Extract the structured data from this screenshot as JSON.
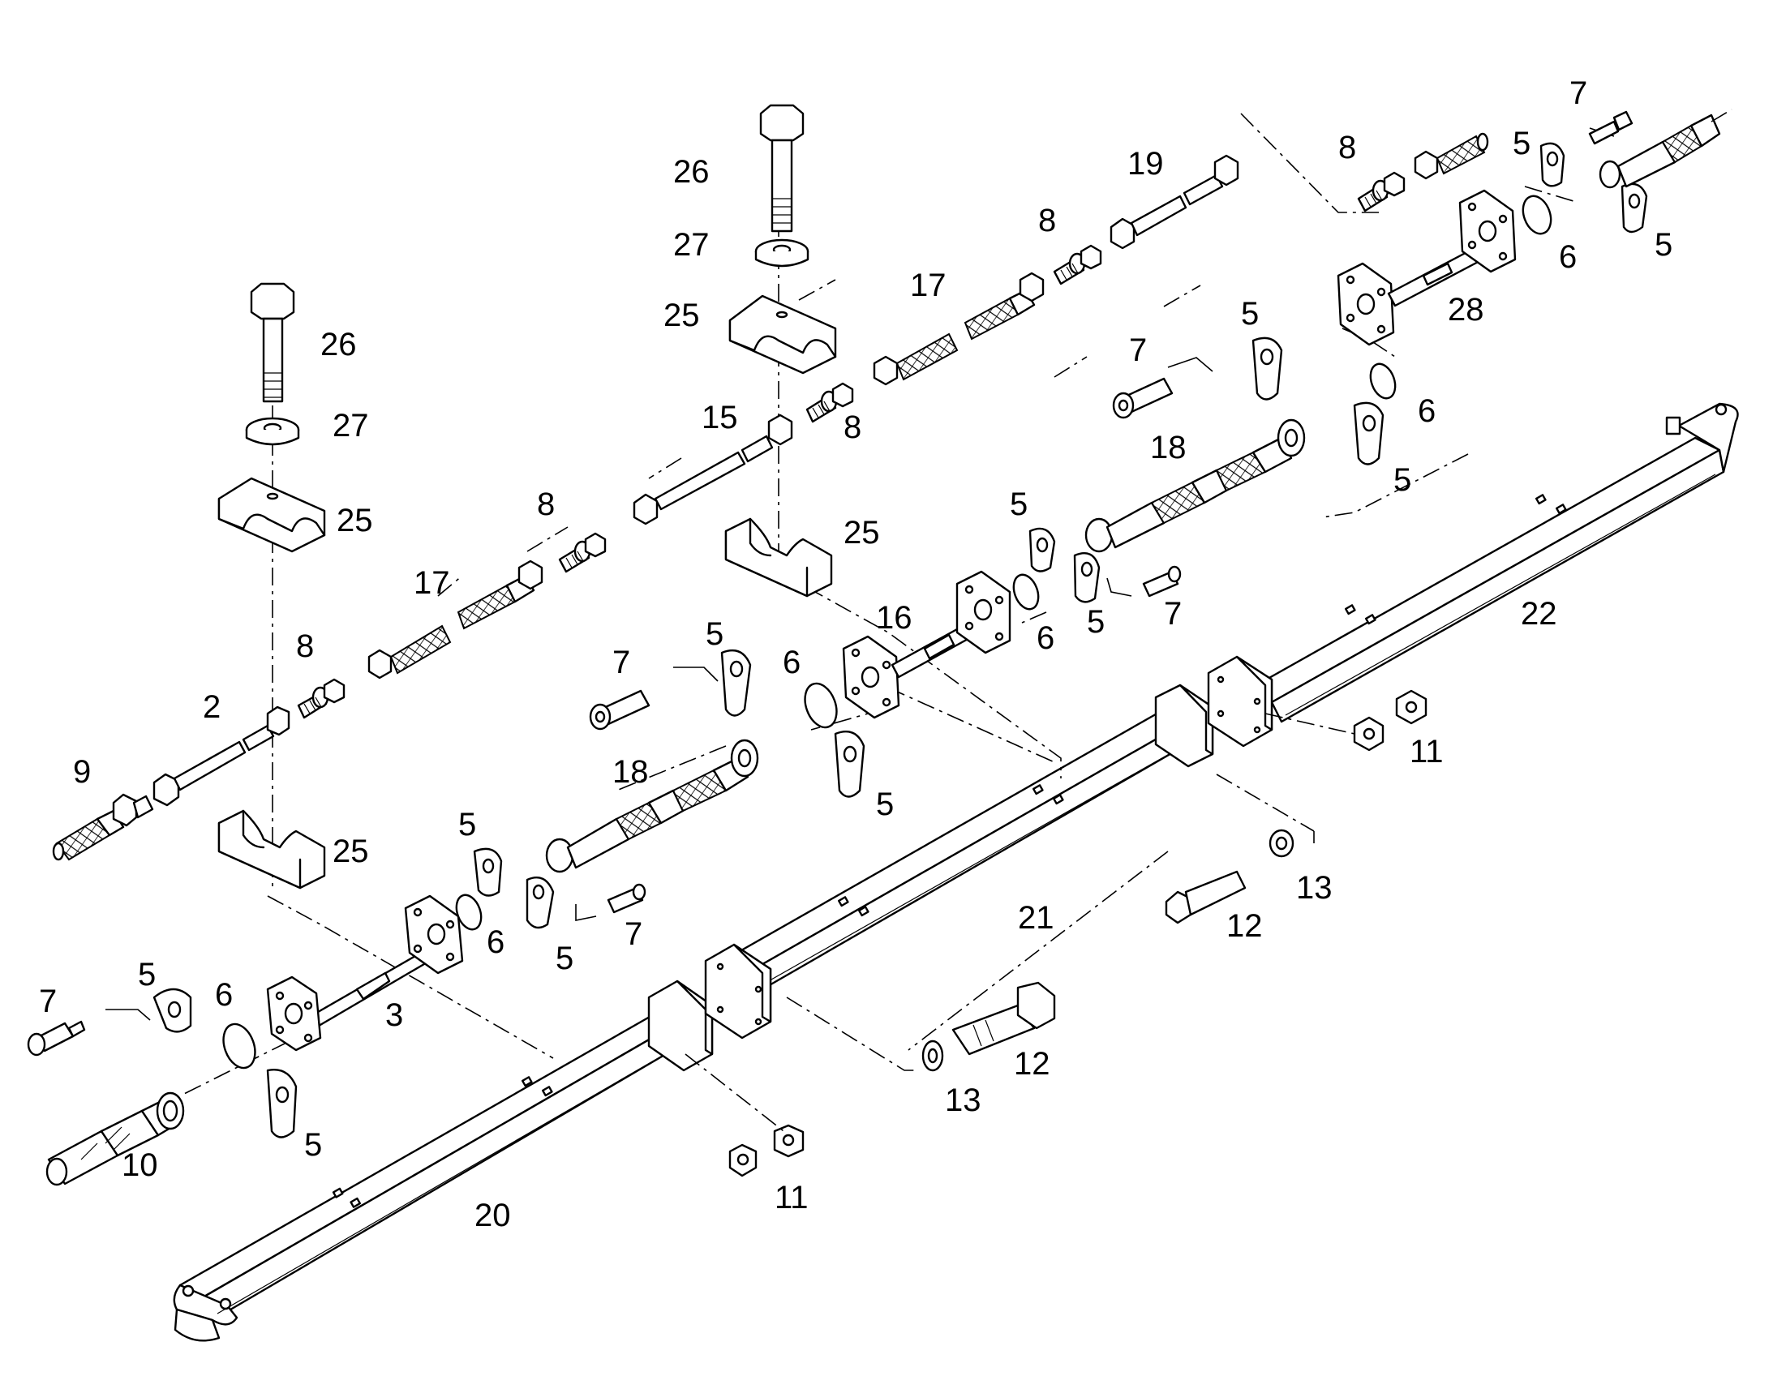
{
  "figure": "exploded-parts-diagram",
  "callouts": [
    {
      "id": "c2",
      "text": "2"
    },
    {
      "id": "c3",
      "text": "3"
    },
    {
      "id": "c5a",
      "text": "5"
    },
    {
      "id": "c5b",
      "text": "5"
    },
    {
      "id": "c5c",
      "text": "5"
    },
    {
      "id": "c5d",
      "text": "5"
    },
    {
      "id": "c5e",
      "text": "5"
    },
    {
      "id": "c5f",
      "text": "5"
    },
    {
      "id": "c5g",
      "text": "5"
    },
    {
      "id": "c5h",
      "text": "5"
    },
    {
      "id": "c5i",
      "text": "5"
    },
    {
      "id": "c5j",
      "text": "5"
    },
    {
      "id": "c5k",
      "text": "5"
    },
    {
      "id": "c5l",
      "text": "5"
    },
    {
      "id": "c6a",
      "text": "6"
    },
    {
      "id": "c6b",
      "text": "6"
    },
    {
      "id": "c6c",
      "text": "6"
    },
    {
      "id": "c6d",
      "text": "6"
    },
    {
      "id": "c6e",
      "text": "6"
    },
    {
      "id": "c6f",
      "text": "6"
    },
    {
      "id": "c7a",
      "text": "7"
    },
    {
      "id": "c7b",
      "text": "7"
    },
    {
      "id": "c7c",
      "text": "7"
    },
    {
      "id": "c7d",
      "text": "7"
    },
    {
      "id": "c7e",
      "text": "7"
    },
    {
      "id": "c7f",
      "text": "7"
    },
    {
      "id": "c8a",
      "text": "8"
    },
    {
      "id": "c8b",
      "text": "8"
    },
    {
      "id": "c8c",
      "text": "8"
    },
    {
      "id": "c8d",
      "text": "8"
    },
    {
      "id": "c8e",
      "text": "8"
    },
    {
      "id": "c9",
      "text": "9"
    },
    {
      "id": "c10",
      "text": "10"
    },
    {
      "id": "c11a",
      "text": "11"
    },
    {
      "id": "c11b",
      "text": "11"
    },
    {
      "id": "c12a",
      "text": "12"
    },
    {
      "id": "c12b",
      "text": "12"
    },
    {
      "id": "c13a",
      "text": "13"
    },
    {
      "id": "c13b",
      "text": "13"
    },
    {
      "id": "c15",
      "text": "15"
    },
    {
      "id": "c16",
      "text": "16"
    },
    {
      "id": "c17a",
      "text": "17"
    },
    {
      "id": "c17b",
      "text": "17"
    },
    {
      "id": "c18a",
      "text": "18"
    },
    {
      "id": "c18b",
      "text": "18"
    },
    {
      "id": "c19",
      "text": "19"
    },
    {
      "id": "c20",
      "text": "20"
    },
    {
      "id": "c21",
      "text": "21"
    },
    {
      "id": "c22",
      "text": "22"
    },
    {
      "id": "c25a",
      "text": "25"
    },
    {
      "id": "c25b",
      "text": "25"
    },
    {
      "id": "c25c",
      "text": "25"
    },
    {
      "id": "c25d",
      "text": "25"
    },
    {
      "id": "c26a",
      "text": "26"
    },
    {
      "id": "c26b",
      "text": "26"
    },
    {
      "id": "c27a",
      "text": "27"
    },
    {
      "id": "c27b",
      "text": "27"
    },
    {
      "id": "c28",
      "text": "28"
    }
  ]
}
